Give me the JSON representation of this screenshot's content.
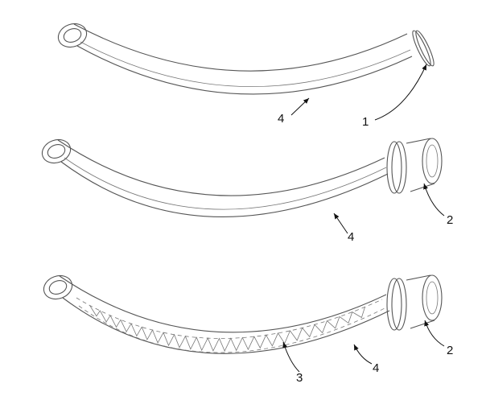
{
  "figure": {
    "labels": {
      "top_tube_body": "4",
      "top_flange": "1",
      "middle_connector": "2",
      "middle_tube_body": "4",
      "bottom_spring": "3",
      "bottom_tube_body": "4",
      "bottom_connector": "2"
    },
    "colors": {
      "line": "#555555",
      "label": "#111111"
    }
  }
}
